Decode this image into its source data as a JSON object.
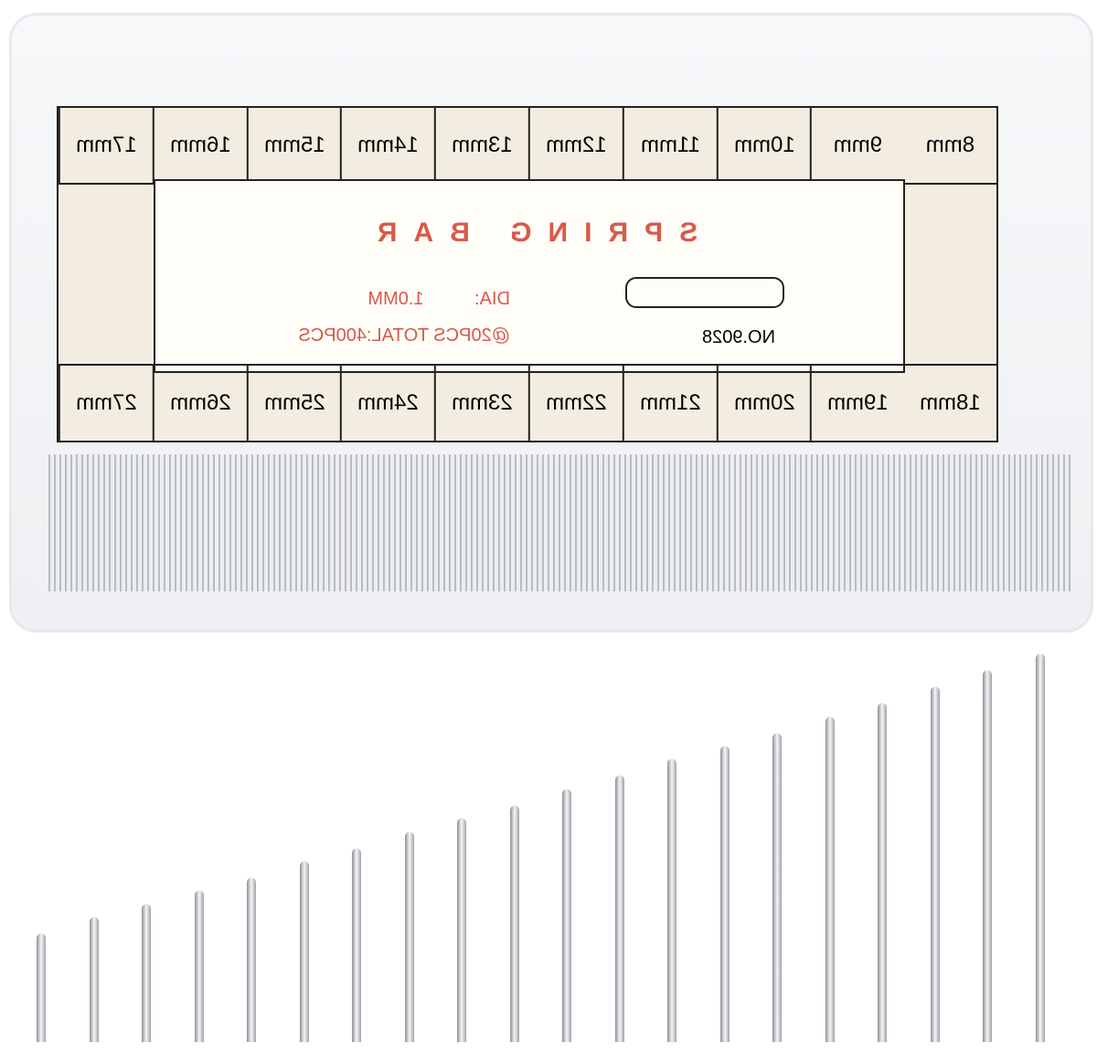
{
  "label": {
    "title": "SPRING BAR",
    "dia_label": "DIA:",
    "dia_value": "1.0MM",
    "quantity": "@20PCS TOTAL:400PCS",
    "model": "NO.9028",
    "top_sizes": [
      "17mm",
      "16mm",
      "15mm",
      "14mm",
      "13mm",
      "12mm",
      "11mm",
      "10mm",
      "9mm",
      "8mm"
    ],
    "bottom_sizes": [
      "27mm",
      "26mm",
      "25mm",
      "24mm",
      "23mm",
      "22mm",
      "21mm",
      "20mm",
      "19mm",
      "18mm"
    ]
  },
  "pins": {
    "count": 20,
    "heights": [
      165,
      190,
      210,
      230,
      250,
      275,
      295,
      320,
      340,
      360,
      385,
      405,
      430,
      450,
      470,
      495,
      515,
      540,
      565,
      590
    ]
  }
}
